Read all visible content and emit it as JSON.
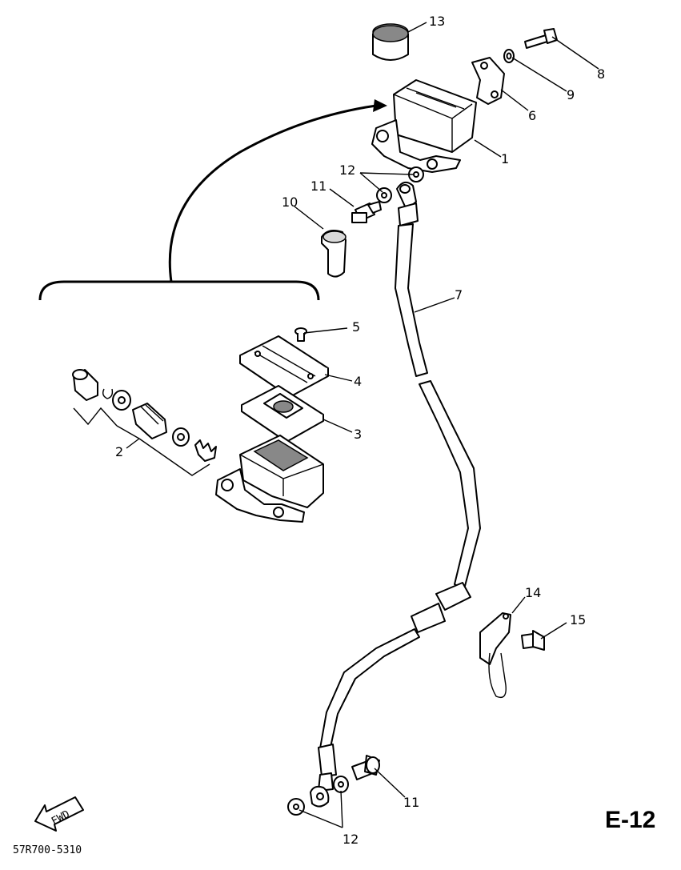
{
  "labels": {
    "l1": "1",
    "l2": "2",
    "l3": "3",
    "l4": "4",
    "l5": "5",
    "l6": "6",
    "l7": "7",
    "l8": "8",
    "l9": "9",
    "l10": "10",
    "l11a": "11",
    "l11b": "11",
    "l12a": "12",
    "l12b": "12",
    "l13": "13",
    "l14": "14",
    "l15": "15"
  },
  "fwd_text": "FWD",
  "page_code": "E-12",
  "drawing_number": "57R700-5310"
}
